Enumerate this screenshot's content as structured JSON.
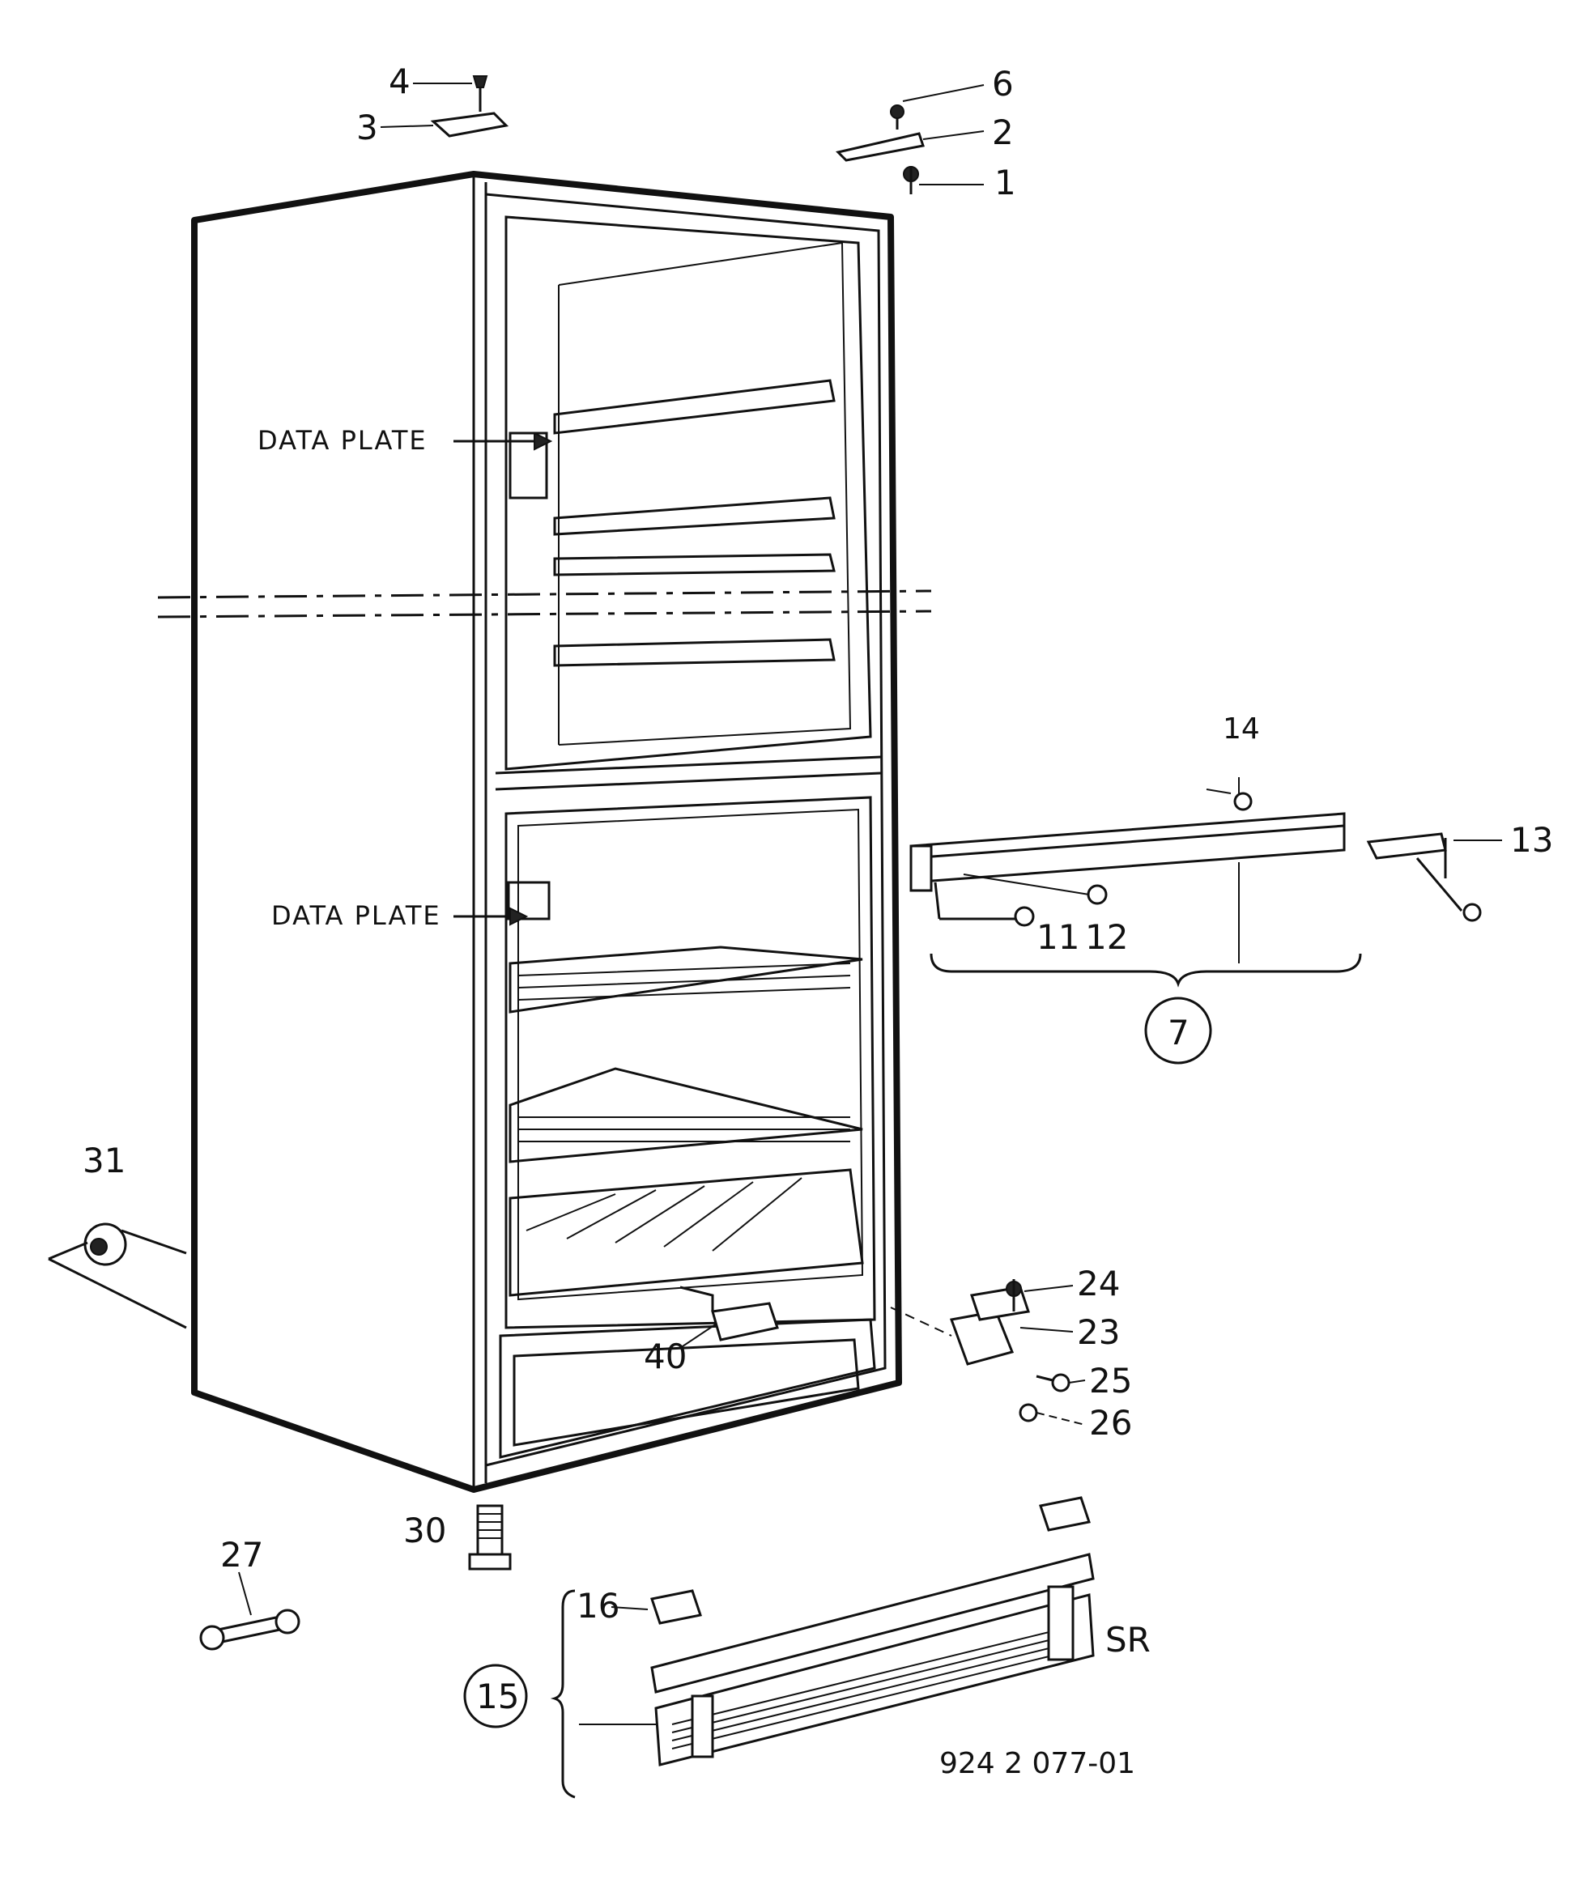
{
  "labels": {
    "p1": "1",
    "p2": "2",
    "p3": "3",
    "p4": "4",
    "p6": "6",
    "p7": "7",
    "p11": "11",
    "p12": "12",
    "p13": "13",
    "p14": "14",
    "p15": "15",
    "p16": "16",
    "p23": "23",
    "p24": "24",
    "p25": "25",
    "p26": "26",
    "p27": "27",
    "p30": "30",
    "p31": "31",
    "p40": "40"
  },
  "data_plate_upper": "DATA PLATE",
  "data_plate_lower": "DATA PLATE",
  "sr_label": "SR",
  "drawing_number": "924 2 077-01"
}
